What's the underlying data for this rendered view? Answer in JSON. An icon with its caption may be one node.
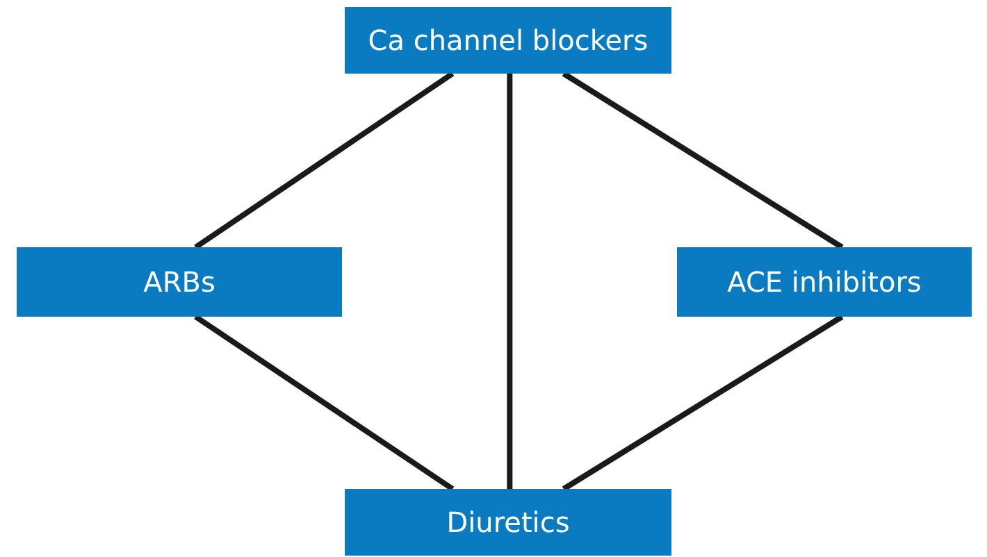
{
  "diagram": {
    "nodes": [
      {
        "text": [
          "Ca channel blockers"
        ]
      },
      {
        "text": [
          "ARBs"
        ]
      },
      {
        "text": [
          "ACE inhibitors"
        ]
      },
      {
        "text": [
          "Diuretics"
        ]
      }
    ],
    "edges": [
      {
        "from": 0,
        "to": 1,
        "arrow": "none"
      },
      {
        "from": 0,
        "to": 3,
        "arrow": "none"
      },
      {
        "from": 0,
        "to": 2,
        "arrow": "none"
      },
      {
        "from": 1,
        "to": 3,
        "arrow": "none"
      },
      {
        "from": 2,
        "to": 3,
        "arrow": "none"
      }
    ]
  }
}
